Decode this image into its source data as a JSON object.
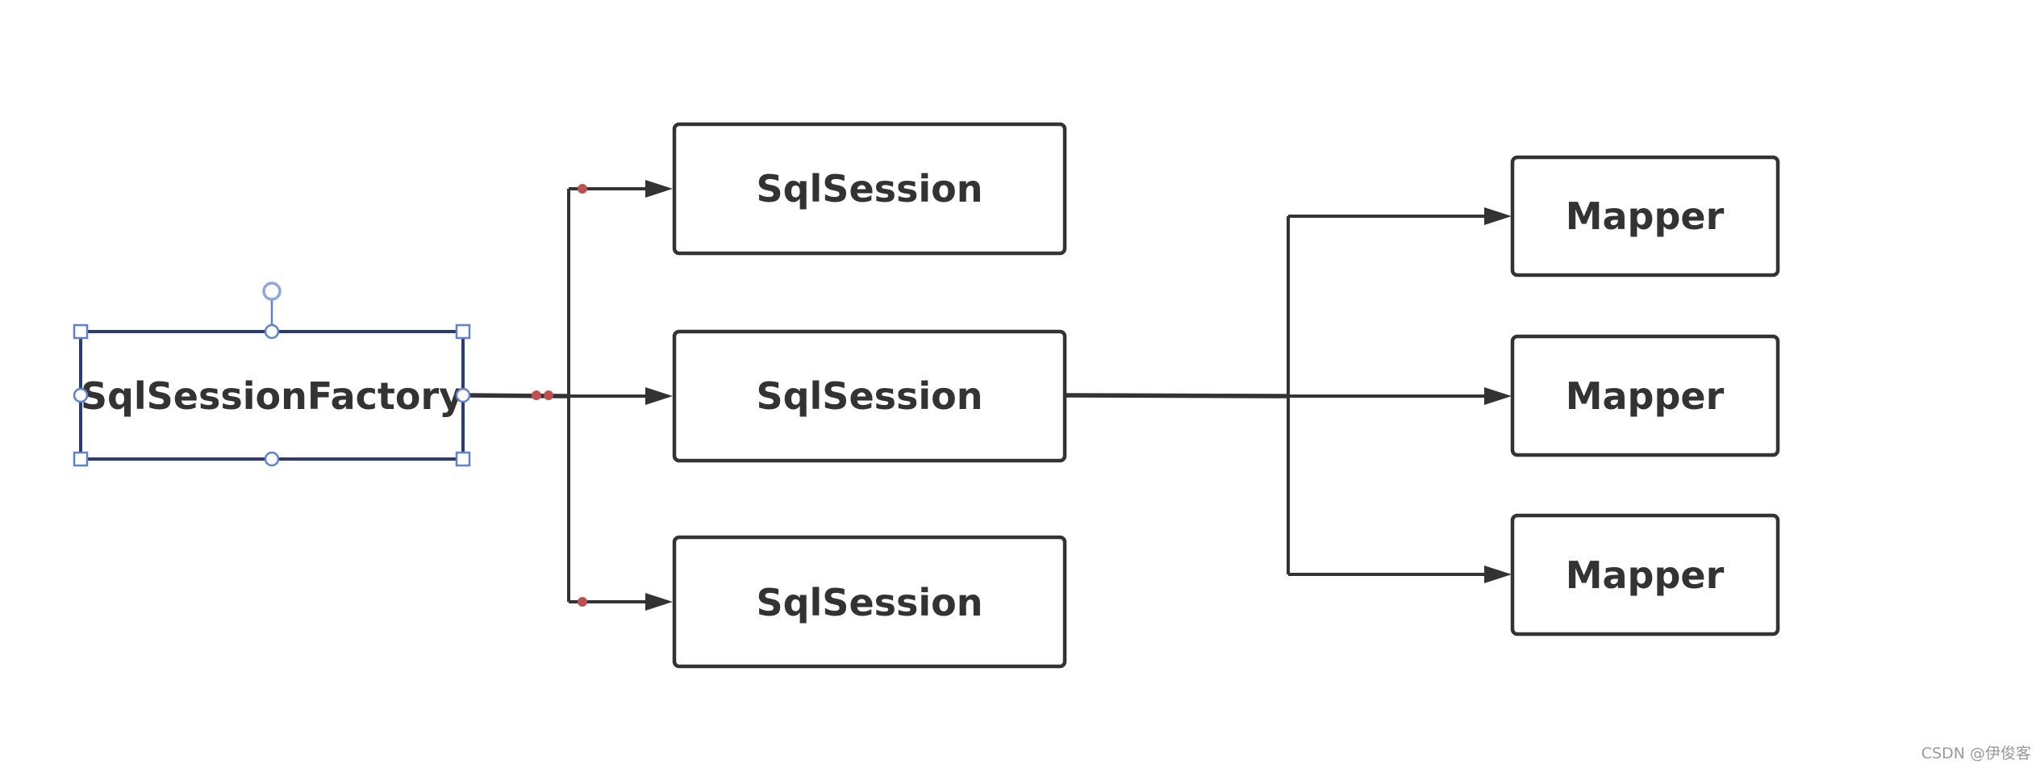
{
  "diagram": {
    "source": {
      "label": "SqlSessionFactory",
      "selected": true
    },
    "sessions": [
      {
        "label": "SqlSession"
      },
      {
        "label": "SqlSession"
      },
      {
        "label": "SqlSession"
      }
    ],
    "mappers": [
      {
        "label": "Mapper"
      },
      {
        "label": "Mapper"
      },
      {
        "label": "Mapper"
      }
    ]
  },
  "colors": {
    "stroke": "#333333",
    "selection": "#5b80d8",
    "joint": "#c0504d"
  },
  "watermark": "CSDN @伊俊客"
}
